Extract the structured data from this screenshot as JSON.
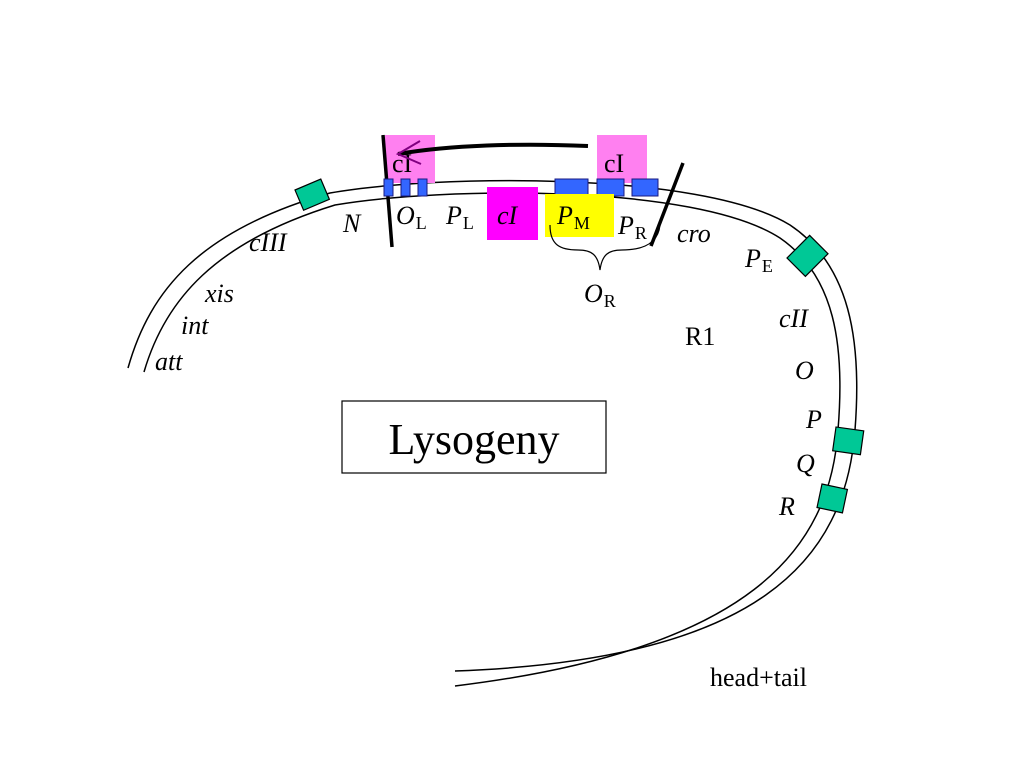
{
  "title": "Lysogeny",
  "repressor_labels": {
    "left": "cI",
    "right": "cI"
  },
  "genes": {
    "N": "N",
    "cIII": "cIII",
    "xis": "xis",
    "int": "int",
    "att": "att",
    "cI": "cI",
    "cro": "cro",
    "cII": "cII",
    "O": "O",
    "P": "P",
    "Q": "Q",
    "R": "R"
  },
  "operators": {
    "OL_main": "O",
    "OL_sub": "L",
    "OR_main": "O",
    "OR_sub": "R"
  },
  "promoters": {
    "PL_main": "P",
    "PL_sub": "L",
    "PM_main": "P",
    "PM_sub": "M",
    "PR_main": "P",
    "PR_sub": "R",
    "PE_main": "P",
    "PE_sub": "E"
  },
  "other_labels": {
    "R1": "R1",
    "head_tail": "head+tail"
  },
  "colors": {
    "repressor_fill": "#ff80f0",
    "cI_gene_fill": "#ff00ff",
    "PM_fill": "#ffff00",
    "operator_fill": "#3366ff",
    "site_fill": "#00c896",
    "arrow": "#800080"
  }
}
